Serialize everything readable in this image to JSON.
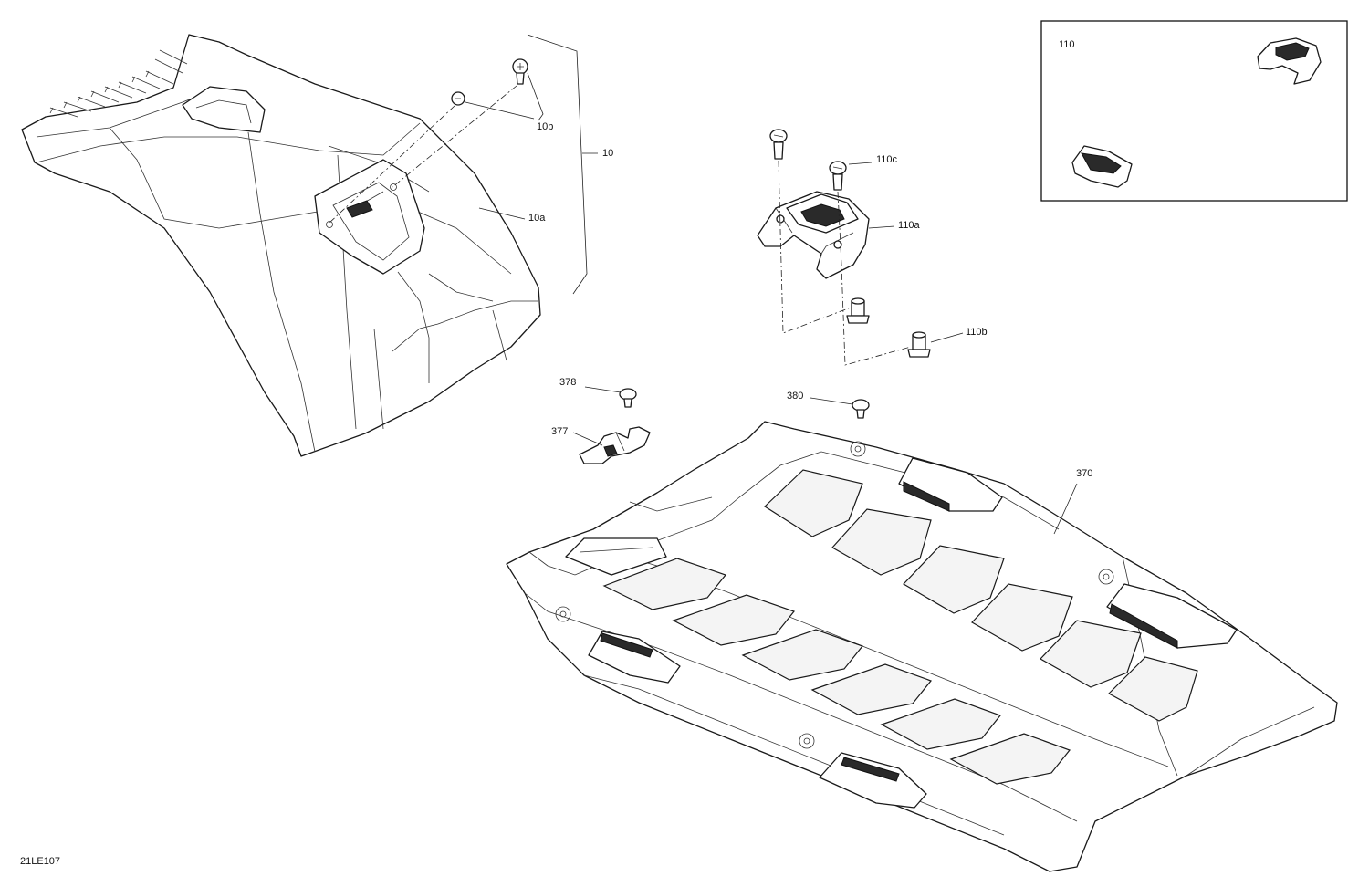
{
  "figure_id": "21LE107",
  "callouts": {
    "c10": "10",
    "c10a": "10a",
    "c10b": "10b",
    "c110": "110",
    "c110a": "110a",
    "c110b": "110b",
    "c110c": "110c",
    "c370": "370",
    "c377": "377",
    "c378": "378",
    "c380": "380"
  }
}
